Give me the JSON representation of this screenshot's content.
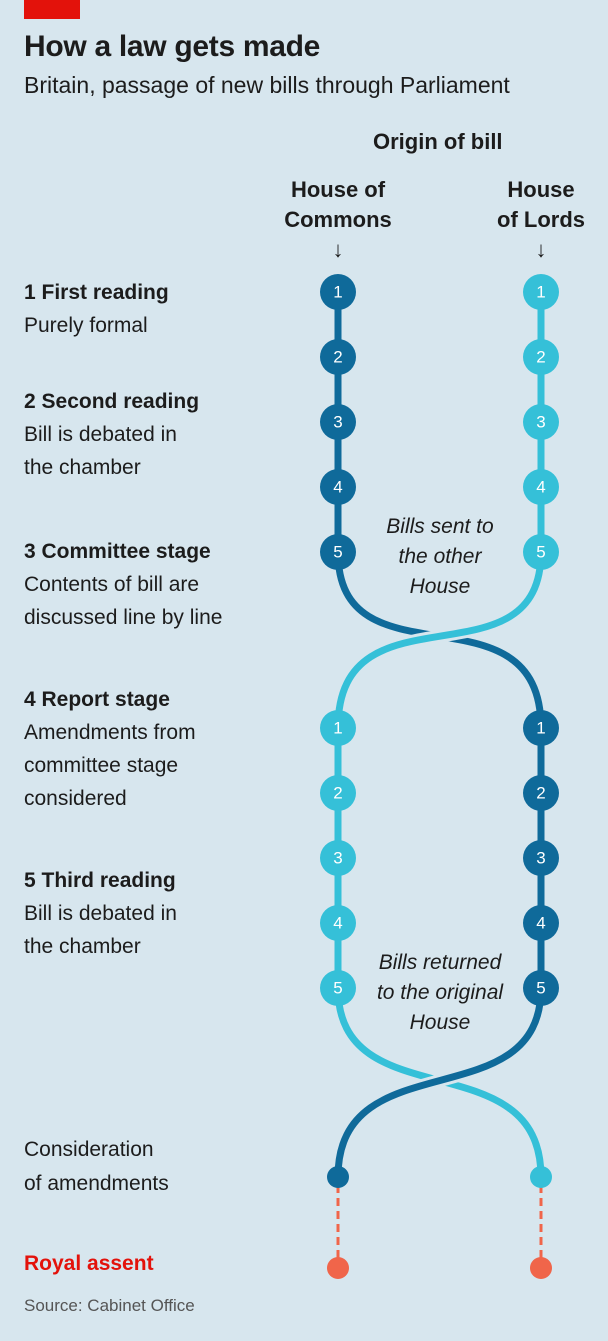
{
  "header": {
    "title": "How a law gets made",
    "subtitle": "Britain, passage of new bills through Parliament"
  },
  "origin_label": "Origin of bill",
  "columns": {
    "commons": "House of\nCommons",
    "lords": "House\nof Lords",
    "arrow": "↓"
  },
  "stages": [
    {
      "head": "1 First reading",
      "desc": "Purely formal"
    },
    {
      "head": "2 Second reading",
      "desc": "Bill is debated in\nthe chamber"
    },
    {
      "head": "3 Committee stage",
      "desc": "Contents of bill are\ndiscussed line by line"
    },
    {
      "head": "4 Report stage",
      "desc": "Amendments from\ncommittee stage\nconsidered"
    },
    {
      "head": "5 Third reading",
      "desc": "Bill is debated in\nthe chamber"
    }
  ],
  "notes": {
    "sent": "Bills sent to\nthe other\nHouse",
    "returned": "Bills returned\nto the original\nHouse"
  },
  "step_numbers": [
    "1",
    "2",
    "3",
    "4",
    "5"
  ],
  "consideration": "Consideration\nof amendments",
  "royal_assent": "Royal assent",
  "source": "Source: Cabinet Office",
  "colors": {
    "commons": "#0f6a9a",
    "lords": "#35c0d8",
    "royal": "#f0654a",
    "accent_red": "#e3120b",
    "background": "#d7e6ee"
  }
}
